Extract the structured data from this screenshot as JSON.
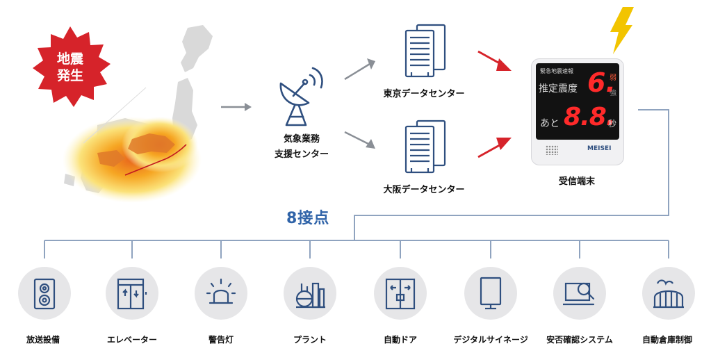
{
  "badge": {
    "line1": "地震",
    "line2": "発生"
  },
  "meteorological_center": {
    "line1": "気象業務",
    "line2": "支援センター"
  },
  "data_centers": [
    {
      "label": "東京データセンター"
    },
    {
      "label": "大阪データセンター"
    }
  ],
  "receiver": {
    "label": "受信端末",
    "screen": {
      "header": "緊急地震速報",
      "intensity_label": "推定震度",
      "intensity_value": "6.",
      "intensity_unit": "弱",
      "intensity_unit2": "強",
      "countdown_label": "あと",
      "countdown_value": "8.8.",
      "countdown_unit": "秒"
    },
    "brand": "MEISEI"
  },
  "contacts": {
    "label": "8接点"
  },
  "devices": [
    {
      "label": "放送設備",
      "icon": "speaker-icon"
    },
    {
      "label": "エレベーター",
      "icon": "elevator-icon"
    },
    {
      "label": "警告灯",
      "icon": "warning-light-icon"
    },
    {
      "label": "プラント",
      "icon": "plant-icon"
    },
    {
      "label": "自動ドア",
      "icon": "automatic-door-icon"
    },
    {
      "label": "デジタルサイネージ",
      "icon": "signage-icon"
    },
    {
      "label": "安否確認システム",
      "icon": "safety-check-icon"
    },
    {
      "label": "自動倉庫制御",
      "icon": "warehouse-icon"
    }
  ],
  "colors": {
    "badge": "#d6232a",
    "accent": "#2f63a8",
    "arrow_red": "#d6232a",
    "arrow_gray": "#8a8f96",
    "line": "#8fa3bf",
    "bolt": "#f2c400"
  }
}
